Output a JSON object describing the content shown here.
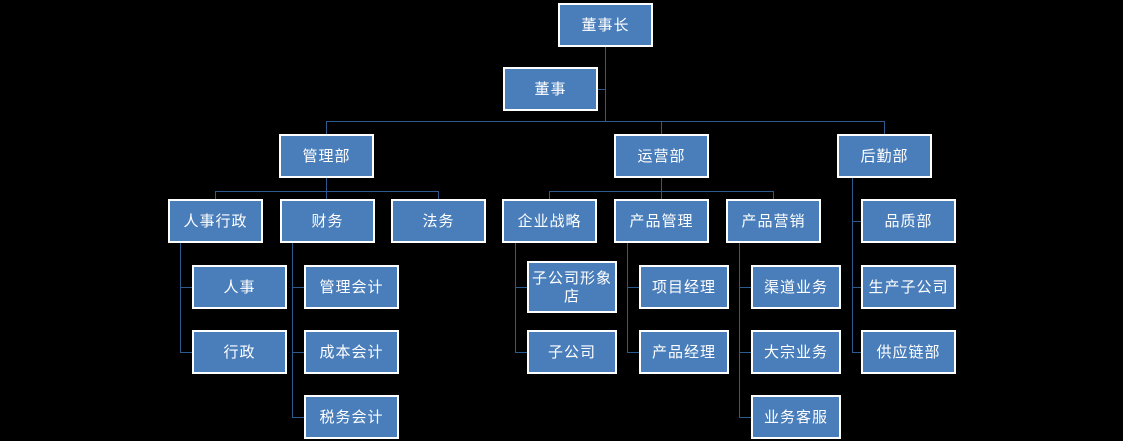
{
  "diagram": {
    "type": "org-chart",
    "title": "",
    "theme": {
      "background": "#000000",
      "node_fill": "#4a7ebb",
      "node_border": "#ffffff",
      "node_text": "#ffffff",
      "connector": "#2e5b8f"
    },
    "levels": [
      {
        "level": 1,
        "nodes": [
          {
            "id": "chairman",
            "label": "董事长"
          }
        ]
      },
      {
        "level": 2,
        "nodes": [
          {
            "id": "director",
            "label": "董事"
          }
        ]
      },
      {
        "level": 3,
        "nodes": [
          {
            "id": "mgmt-dept",
            "label": "管理部"
          },
          {
            "id": "ops-dept",
            "label": "运营部"
          },
          {
            "id": "logistics-dept",
            "label": "后勤部"
          }
        ]
      },
      {
        "level": 4,
        "nodes": [
          {
            "id": "hr-admin",
            "label": "人事行政",
            "parent": "mgmt-dept"
          },
          {
            "id": "finance",
            "label": "财务",
            "parent": "mgmt-dept"
          },
          {
            "id": "legal",
            "label": "法务",
            "parent": "mgmt-dept"
          },
          {
            "id": "corp-strategy",
            "label": "企业战略",
            "parent": "ops-dept"
          },
          {
            "id": "product-mgmt",
            "label": "产品管理",
            "parent": "ops-dept"
          },
          {
            "id": "product-marketing",
            "label": "产品营销",
            "parent": "ops-dept"
          },
          {
            "id": "quality-dept",
            "label": "品质部",
            "parent": "logistics-dept"
          }
        ]
      },
      {
        "level": 5,
        "nodes": [
          {
            "id": "hr",
            "label": "人事",
            "parent": "hr-admin"
          },
          {
            "id": "admin",
            "label": "行政",
            "parent": "hr-admin"
          },
          {
            "id": "mgmt-accounting",
            "label": "管理会计",
            "parent": "finance"
          },
          {
            "id": "cost-accounting",
            "label": "成本会计",
            "parent": "finance"
          },
          {
            "id": "tax-accounting",
            "label": "税务会计",
            "parent": "finance"
          },
          {
            "id": "subsidiary-flagship-store",
            "label": "子公司形象店",
            "parent": "corp-strategy"
          },
          {
            "id": "subsidiary",
            "label": "子公司",
            "parent": "corp-strategy"
          },
          {
            "id": "project-manager",
            "label": "项目经理",
            "parent": "product-mgmt"
          },
          {
            "id": "product-manager",
            "label": "产品经理",
            "parent": "product-mgmt"
          },
          {
            "id": "channel-business",
            "label": "渠道业务",
            "parent": "product-marketing"
          },
          {
            "id": "bulk-business",
            "label": "大宗业务",
            "parent": "product-marketing"
          },
          {
            "id": "business-customer-service",
            "label": "业务客服",
            "parent": "product-marketing"
          },
          {
            "id": "production-subsidiary",
            "label": "生产子公司",
            "parent": "logistics-dept"
          },
          {
            "id": "supply-chain-dept",
            "label": "供应链部",
            "parent": "logistics-dept"
          }
        ]
      }
    ]
  }
}
